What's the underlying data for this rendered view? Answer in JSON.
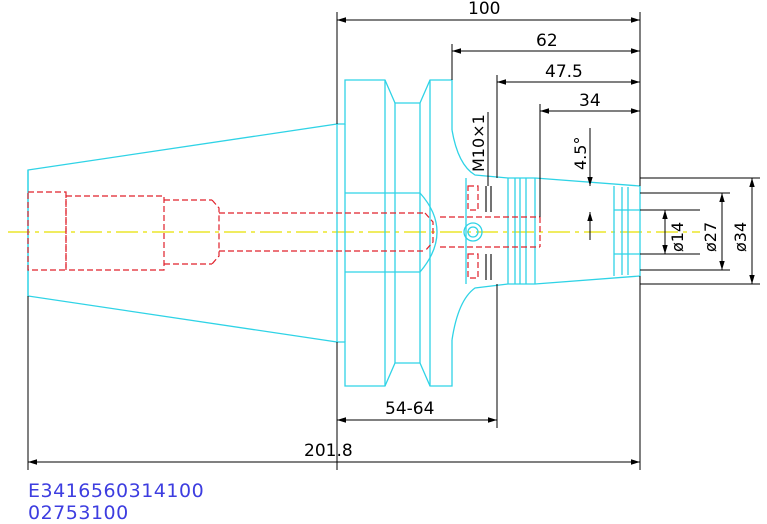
{
  "drawing": {
    "colors": {
      "outline": "#2fd3e6",
      "hidden": "#e0202a",
      "centerline": "#e8e000",
      "dimension": "#000000",
      "code_text": "#3d3de0"
    },
    "dimensions": {
      "d100": "100",
      "d62": "62",
      "d47_5": "47.5",
      "d34": "34",
      "thread": "M10×1",
      "angle": "4.5°",
      "dia14": "ø14",
      "dia27": "ø27",
      "dia34": "ø34",
      "range": "54-64",
      "overall": "201.8"
    },
    "codes": {
      "line1": "E3416560314100",
      "line2": "02753100"
    }
  }
}
